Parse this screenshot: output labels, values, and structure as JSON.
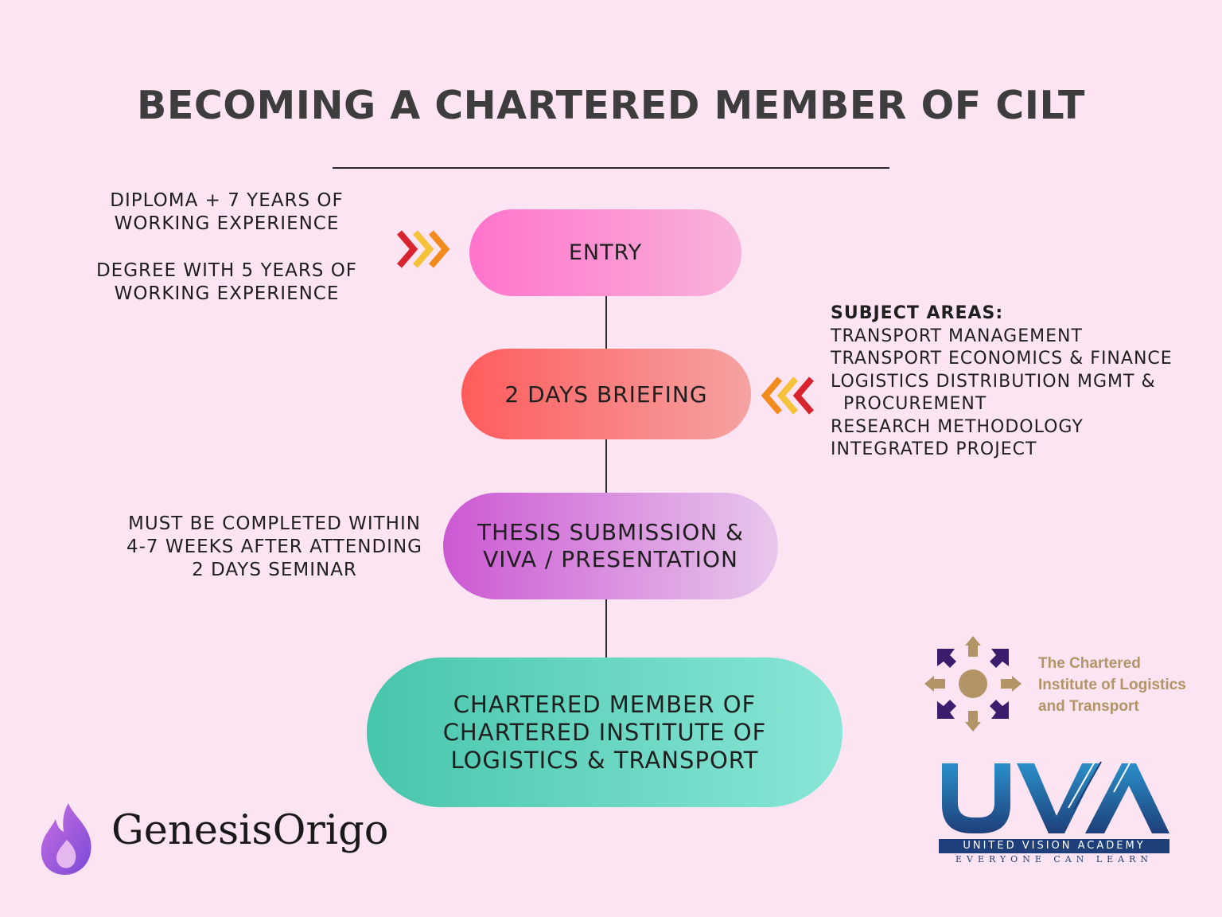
{
  "title": "BECOMING A CHARTERED MEMBER OF CILT",
  "steps": {
    "entry": "ENTRY",
    "briefing": "2 DAYS BRIEFING",
    "thesis": "THESIS SUBMISSION & VIVA / PRESENTATION",
    "chartered": "CHARTERED MEMBER OF CHARTERED INSTITUTE OF LOGISTICS & TRANSPORT"
  },
  "entry_requirements": {
    "option_1_line_1": "DIPLOMA + 7 YEARS OF",
    "option_1_line_2": "WORKING EXPERIENCE",
    "option_2_line_1": "DEGREE WITH 5 YEARS OF",
    "option_2_line_2": "WORKING EXPERIENCE"
  },
  "thesis_note": {
    "line_1": "MUST BE COMPLETED WITHIN",
    "line_2": "4-7 WEEKS AFTER ATTENDING",
    "line_3": "2 DAYS SEMINAR"
  },
  "subject_areas": {
    "heading": "SUBJECT AREAS:",
    "item_1": "TRANSPORT MANAGEMENT",
    "item_2": "TRANSPORT ECONOMICS & FINANCE",
    "item_3_line_1": "LOGISTICS DISTRIBUTION MGMT &",
    "item_3_line_2": "PROCUREMENT",
    "item_4": "RESEARCH METHODOLOGY",
    "item_5": "INTEGRATED PROJECT"
  },
  "logos": {
    "cilt_line_1": "The Chartered",
    "cilt_line_2": "Institute of Logistics",
    "cilt_line_3": "and Transport",
    "uva_letters": "UVA",
    "uva_name": "UNITED VISION ACADEMY",
    "uva_tagline": "EVERYONE CAN LEARN",
    "genesis": "GenesisOrigo"
  },
  "colors": {
    "background": "#fde4f2",
    "entry": "#ff73cc",
    "briefing": "#ff5c5c",
    "thesis": "#cc58d3",
    "chartered": "#47c6ab",
    "cilt_gold": "#b39466",
    "cilt_purple": "#3b1d6e",
    "uva_blue": "#1e3f7a"
  }
}
